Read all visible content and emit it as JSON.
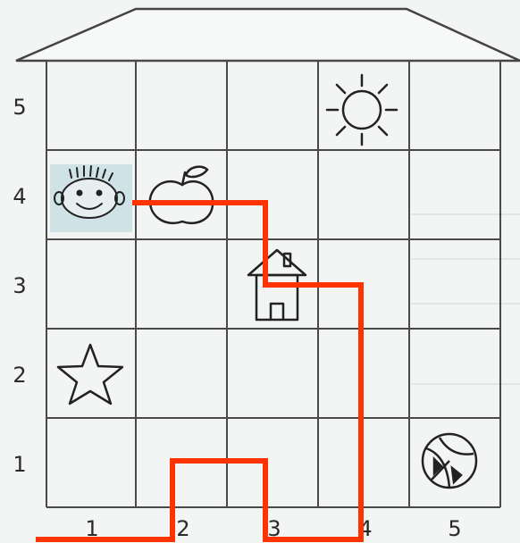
{
  "grid": {
    "columns": 5,
    "rows": 5,
    "x_labels": [
      "1",
      "2",
      "3",
      "4",
      "5"
    ],
    "y_labels": [
      "5",
      "4",
      "3",
      "2",
      "1"
    ]
  },
  "icons": [
    {
      "name": "sun-icon",
      "col": 4,
      "row": 5
    },
    {
      "name": "smiley-face-icon",
      "col": 1,
      "row": 4
    },
    {
      "name": "apple-icon",
      "col": 2,
      "row": 4
    },
    {
      "name": "house-icon",
      "col": 3,
      "row": 3
    },
    {
      "name": "star-icon",
      "col": 1,
      "row": 2
    },
    {
      "name": "ball-icon",
      "col": 5,
      "row": 1
    }
  ],
  "colors": {
    "path": "#ff3300",
    "grid": "#4a4a4a",
    "face_highlight": "#cfe3e6",
    "roof": "#f5f6f6"
  }
}
